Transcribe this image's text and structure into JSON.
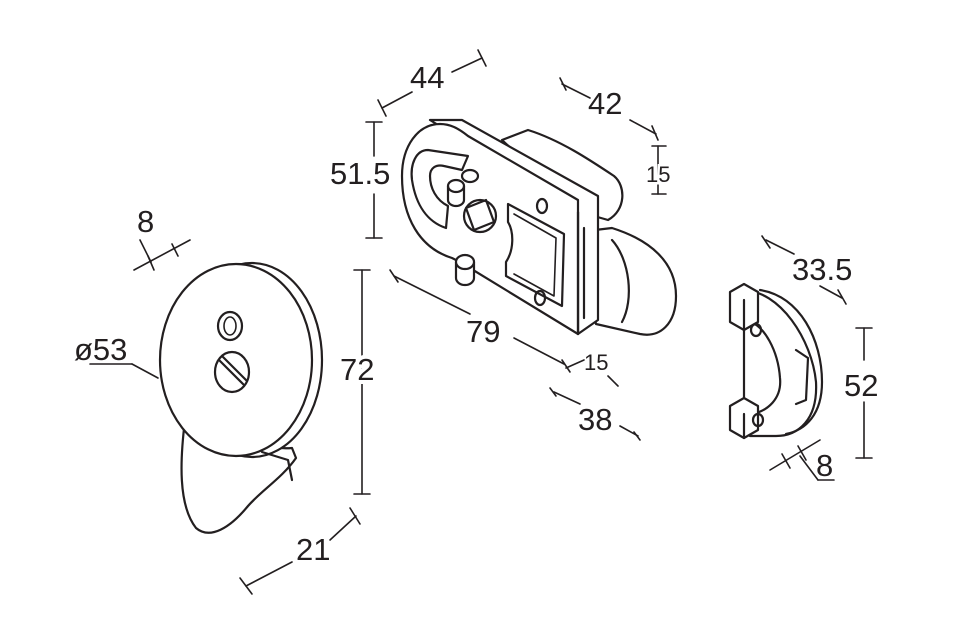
{
  "colors": {
    "line": "#231f20",
    "background": "#ffffff"
  },
  "dimensions": {
    "knob_width": "8",
    "knob_diameter": "ø53",
    "knob_height": "72",
    "knob_depth": "21",
    "lock_top_width": "44",
    "lock_height": "51.5",
    "lock_length": "79",
    "lock_bolt_depth": "42",
    "lock_bolt_height": "15",
    "lock_bolt_width": "15",
    "lock_bolt_length": "38",
    "keeper_width": "33.5",
    "keeper_height": "52",
    "keeper_depth": "8"
  }
}
